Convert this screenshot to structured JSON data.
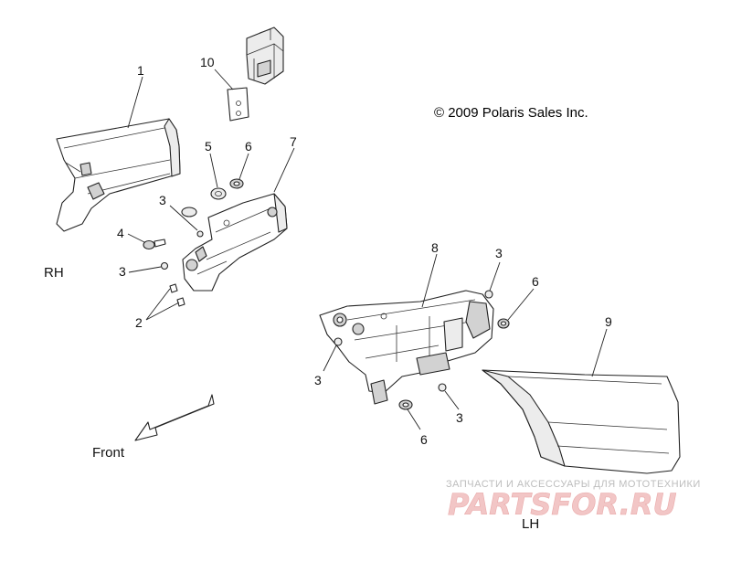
{
  "diagram": {
    "copyright": "© 2009 Polaris Sales Inc.",
    "side_labels": {
      "rh": "RH",
      "lh": "LH"
    },
    "direction_label": "Front",
    "callouts": {
      "c1": "1",
      "c10": "10",
      "c5": "5",
      "c6_top": "6",
      "c7": "7",
      "c3_a": "3",
      "c4": "4",
      "c3_b": "3",
      "c2": "2",
      "c8": "8",
      "c3_c": "3",
      "c6_b": "6",
      "c9": "9",
      "c3_d": "3",
      "c3_e": "3",
      "c6_c": "6"
    }
  },
  "watermark": {
    "caption": "ЗАПЧАСТИ И АКСЕССУАРЫ ДЛЯ МОТОТЕХНИКИ",
    "brand": "PARTSFOR.RU"
  }
}
